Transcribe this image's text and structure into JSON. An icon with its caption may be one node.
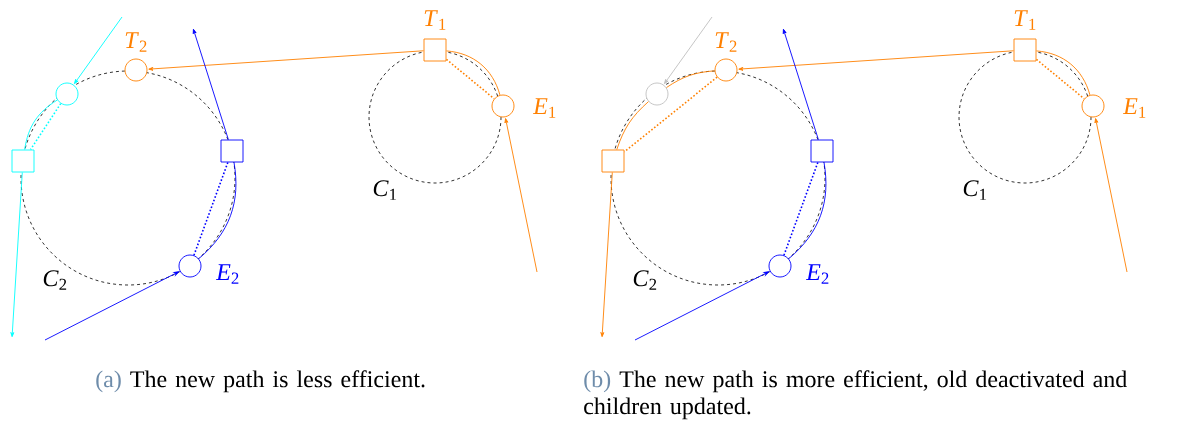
{
  "diagram": {
    "nodes": [
      {
        "text": [],
        "shape": "box",
        "beside": [
          "*T*$_{1}$"
        ]
      },
      {
        "text": [],
        "shape": "circle",
        "beside": [
          "*E*$_{1}$"
        ]
      },
      {
        "text": [],
        "shape": "circle",
        "beside": [
          "*T*$_{2}$"
        ]
      },
      {
        "text": [],
        "shape": "circle"
      },
      {
        "text": [],
        "shape": "box"
      },
      {
        "text": [],
        "shape": "box"
      },
      {
        "text": [],
        "shape": "circle",
        "beside": [
          "*E*$_{2}$"
        ]
      },
      {
        "text": [],
        "shape": "box",
        "beside": [
          "*T*$_{1}$"
        ]
      },
      {
        "text": [],
        "shape": "circle",
        "beside": [
          "*E*$_{1}$"
        ]
      },
      {
        "text": [],
        "shape": "circle",
        "beside": [
          "*T*$_{2}$"
        ]
      },
      {
        "text": [],
        "shape": "circle"
      },
      {
        "text": [],
        "shape": "box"
      },
      {
        "text": [],
        "shape": "box"
      },
      {
        "text": [],
        "shape": "circle",
        "beside": [
          "*E*$_{2}$"
        ]
      }
    ],
    "edges": [
      {
        "from": 0,
        "to": 2,
        "arrow": "to",
        "color": "#ff8000"
      },
      {
        "from": null,
        "to": 1,
        "arrow": "to",
        "color": "#ff8000"
      },
      {
        "from": 0,
        "to": 1,
        "arrow": "none",
        "color": "#ff8000"
      },
      {
        "from": 0,
        "to": 1,
        "arrow": "none",
        "color": "#ff8000",
        "style": "dashed"
      },
      {
        "from": null,
        "to": 3,
        "arrow": "to",
        "color": "#00ffff"
      },
      {
        "from": 3,
        "to": 4,
        "arrow": "none",
        "color": "#00ffff"
      },
      {
        "from": 3,
        "to": 4,
        "arrow": "none",
        "color": "#00ffff",
        "style": "dashed"
      },
      {
        "from": 4,
        "to": null,
        "arrow": "to",
        "color": "#00ffff"
      },
      {
        "from": 5,
        "to": null,
        "arrow": "to",
        "color": "#0000ff"
      },
      {
        "from": 5,
        "to": 6,
        "arrow": "none",
        "color": "#0000ff"
      },
      {
        "from": 5,
        "to": 6,
        "arrow": "none",
        "color": "#0000ff",
        "style": "dashed"
      },
      {
        "from": null,
        "to": 6,
        "arrow": "to",
        "color": "#0000ff"
      },
      {
        "from": 7,
        "to": 9,
        "arrow": "to",
        "color": "#ff8000"
      },
      {
        "from": null,
        "to": 8,
        "arrow": "to",
        "color": "#ff8000"
      },
      {
        "from": 7,
        "to": 8,
        "arrow": "none",
        "color": "#ff8000"
      },
      {
        "from": 7,
        "to": 8,
        "arrow": "none",
        "color": "#ff8000",
        "style": "dashed"
      },
      {
        "from": null,
        "to": 10,
        "arrow": "to",
        "color": "#bfbfbf"
      },
      {
        "from": 9,
        "to": 10,
        "arrow": "none",
        "color": "#ff8000"
      },
      {
        "from": 10,
        "to": 11,
        "arrow": "none",
        "color": "#ff8000"
      },
      {
        "from": 9,
        "to": 11,
        "arrow": "none",
        "color": "#ff8000",
        "style": "dashed"
      },
      {
        "from": 11,
        "to": null,
        "arrow": "to",
        "color": "#ff8000"
      },
      {
        "from": 12,
        "to": null,
        "arrow": "to",
        "color": "#0000ff"
      },
      {
        "from": 12,
        "to": 13,
        "arrow": "none",
        "color": "#0000ff"
      },
      {
        "from": 12,
        "to": 13,
        "arrow": "none",
        "color": "#0000ff",
        "style": "dashed"
      },
      {
        "from": null,
        "to": 13,
        "arrow": "to",
        "color": "#0000ff"
      }
    ],
    "labels": [
      "*C*$_{1}$",
      "*C*$_{2}$",
      "*C*$_{1}$",
      "*C*$_{2}$",
      "(a)",
      "The new path is less efficient.",
      "(b)",
      "The new path is more efficient, old deactivated and children updated."
    ]
  }
}
